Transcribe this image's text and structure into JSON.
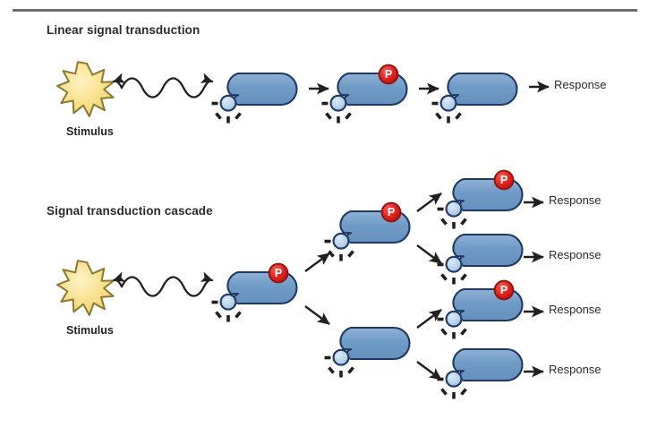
{
  "figure": {
    "title_top_rule": true,
    "background_color": "#ffffff",
    "sections": [
      {
        "id": "linear",
        "heading": "Linear signal transduction"
      },
      {
        "id": "cascade",
        "heading": "Signal transduction cascade"
      }
    ]
  },
  "labels": {
    "stimulus": "Stimulus",
    "response": "Response",
    "phosphate": "P"
  },
  "colors": {
    "protein_fill": "#6f9bc6",
    "protein_fill_light": "#8bb0d4",
    "protein_stroke": "#1f3864",
    "knob_fill": "#b9d3ea",
    "knob_stroke": "#1f3864",
    "phosphate_fill": "#e02420",
    "phosphate_stroke": "#8f1410",
    "phosphate_text": "#ffffff",
    "star_fill": "#f7df8e",
    "star_stroke": "#8a7a32",
    "arrow": "#231f20",
    "rule": "#6e6e6e",
    "text": "#231f20"
  },
  "linear_section": {
    "heading": "Linear signal transduction",
    "stimulus_label": "Stimulus",
    "wave_arrow": "double-headed-wavy-arrow",
    "proteins": [
      {
        "id": "linear-protein-1",
        "phosphorylated": false
      },
      {
        "id": "linear-protein-2",
        "phosphorylated": true
      },
      {
        "id": "linear-protein-3",
        "phosphorylated": false
      }
    ],
    "arrows": [
      "straight-right",
      "straight-right",
      "straight-right"
    ],
    "response_label": "Response"
  },
  "cascade_section": {
    "heading": "Signal transduction cascade",
    "stimulus_label": "Stimulus",
    "wave_arrow": "double-headed-wavy-arrow",
    "tier1": [
      {
        "id": "cascade-protein-1",
        "phosphorylated": true
      }
    ],
    "tier2": [
      {
        "id": "cascade-protein-2a",
        "phosphorylated": true
      },
      {
        "id": "cascade-protein-2b",
        "phosphorylated": false
      }
    ],
    "tier3": [
      {
        "id": "cascade-protein-3a",
        "phosphorylated": true,
        "response": "Response"
      },
      {
        "id": "cascade-protein-3b",
        "phosphorylated": false,
        "response": "Response"
      },
      {
        "id": "cascade-protein-3c",
        "phosphorylated": true,
        "response": "Response"
      },
      {
        "id": "cascade-protein-3d",
        "phosphorylated": false,
        "response": "Response"
      }
    ],
    "responses": [
      "Response",
      "Response",
      "Response",
      "Response"
    ]
  }
}
